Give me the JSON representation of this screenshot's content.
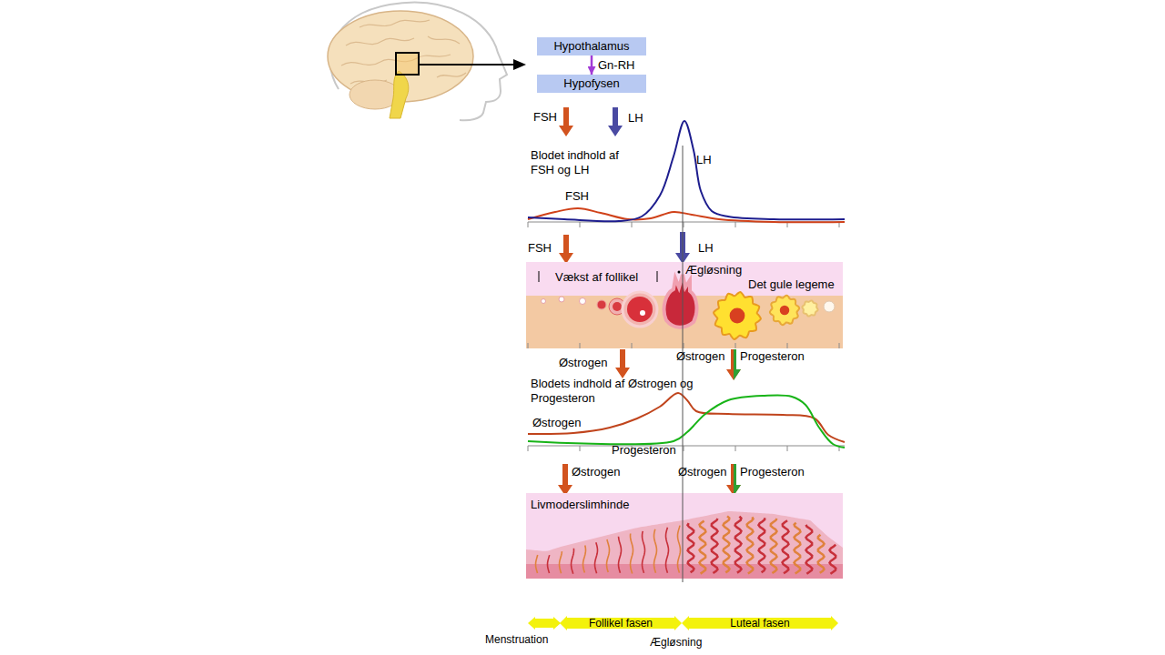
{
  "diagram": {
    "nodes": [
      {
        "text": [
          "Hypothalamus"
        ]
      },
      {
        "text": [
          "Hypofysen"
        ]
      },
      {
        "text": [
          "Vækst af follikel",
          "Ægløsning",
          "Det gule legeme"
        ]
      },
      {
        "text": [
          "Livmoderslimhinde"
        ]
      },
      {
        "text": [
          "Menstruation"
        ]
      },
      {
        "text": [
          "Follikel fasen"
        ]
      },
      {
        "text": [
          "Luteal fasen"
        ]
      }
    ],
    "edges": [
      {
        "from": 0,
        "to": 1,
        "arrow": "to",
        "label": "Gn-RH"
      }
    ],
    "labels": [
      "FSH",
      "LH",
      "Blodet indhold af FSH og LH",
      "LH",
      "FSH",
      "FSH",
      "LH",
      "Østrogen",
      "Østrogen",
      "Progesteron",
      "Blodets indhold af Østrogen og Progesteron",
      "Østrogen",
      "Progesteron",
      "Østrogen",
      "Østrogen",
      "Progesteron",
      "Ægløsning"
    ]
  }
}
